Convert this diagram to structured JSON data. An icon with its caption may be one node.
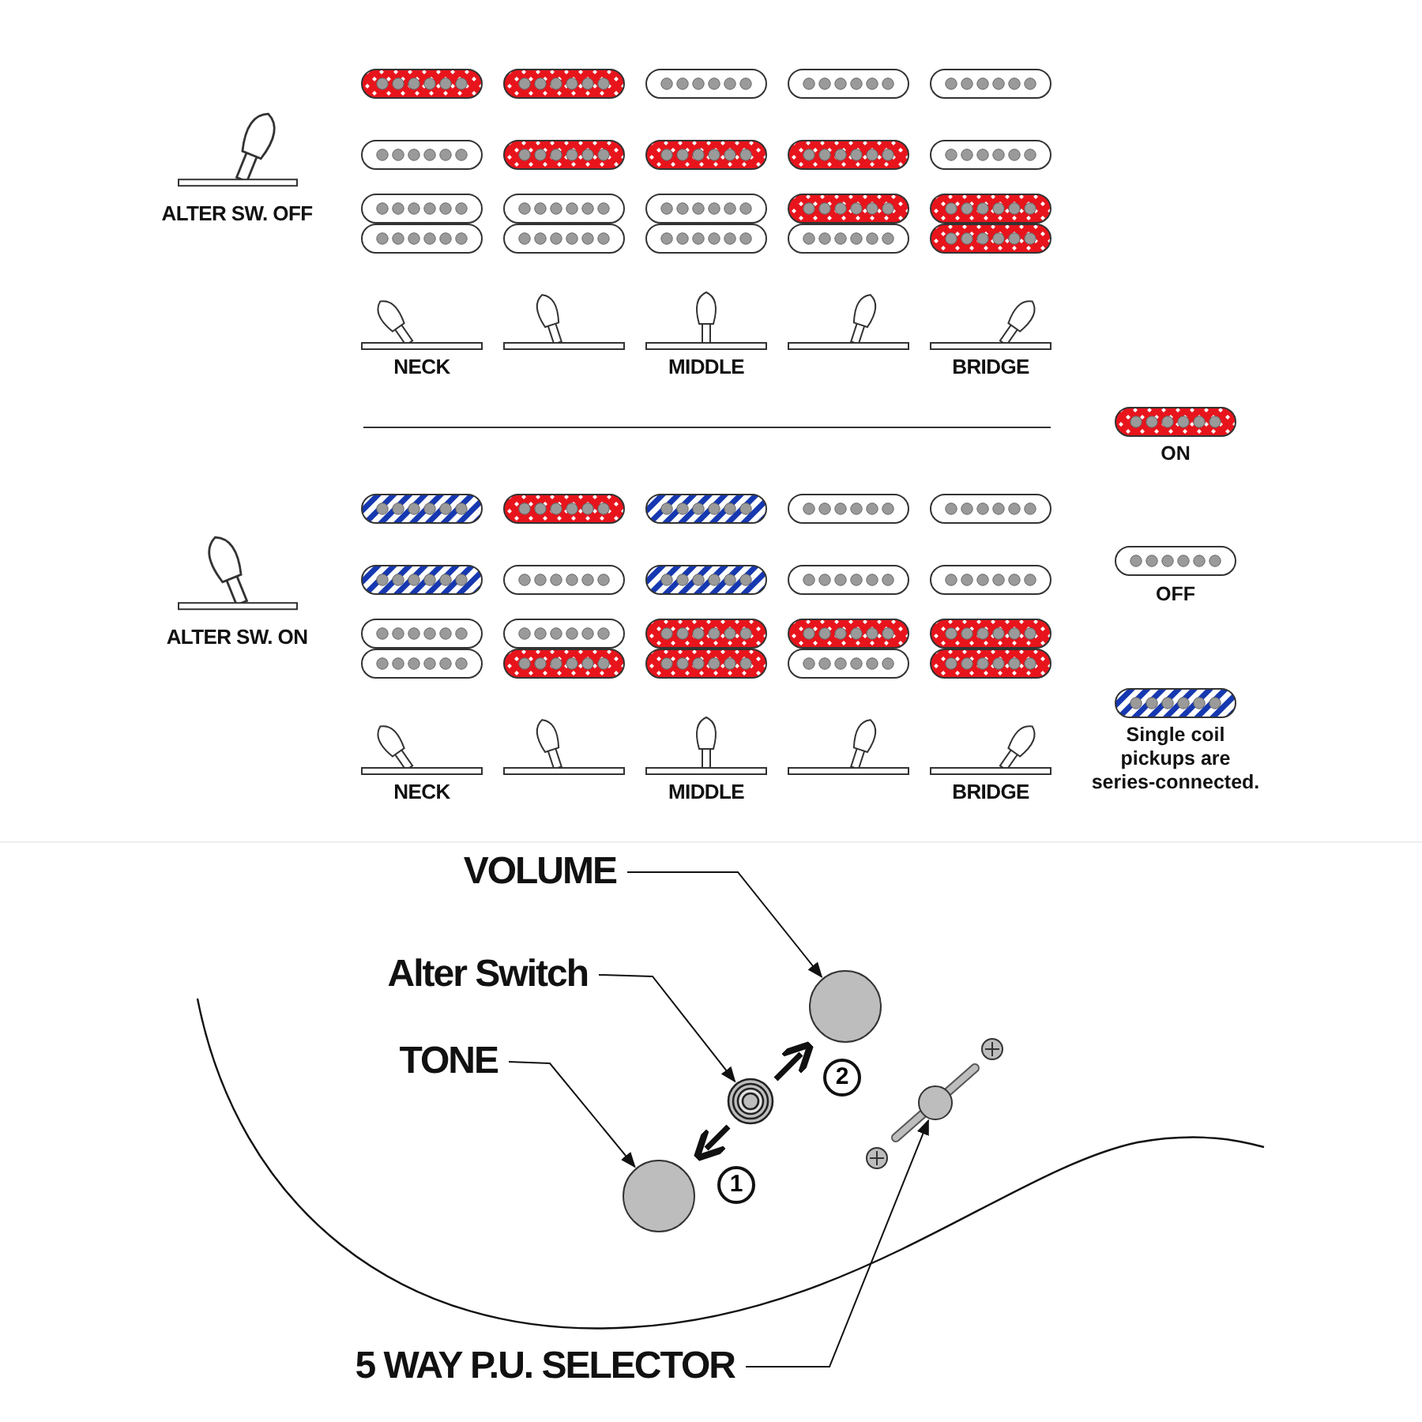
{
  "diagram": {
    "nodes": [
      {
        "text": [
          "VOLUME"
        ]
      },
      {
        "text": [],
        "shape": "circle"
      },
      {
        "text": [
          "Alter Switch"
        ]
      },
      {
        "text": [],
        "shape": "circle"
      },
      {
        "text": [
          "TONE"
        ]
      },
      {
        "text": [],
        "shape": "circle"
      },
      {
        "text": [
          "5 WAY P.U. SELECTOR"
        ]
      },
      {
        "text": [],
        "shape": "circle"
      }
    ],
    "edges": [
      {
        "from": 0,
        "to": 1,
        "arrow": "to"
      },
      {
        "from": 2,
        "to": 3,
        "arrow": "to"
      },
      {
        "from": 4,
        "to": 5,
        "arrow": "to"
      },
      {
        "from": 6,
        "to": 7,
        "arrow": "to"
      }
    ],
    "labels": [
      "ALTER SW. OFF",
      "NECK",
      "MIDDLE",
      "BRIDGE",
      "ALTER SW. ON",
      "NECK",
      "MIDDLE",
      "BRIDGE",
      "2",
      "1"
    ],
    "legend": [
      {
        "text": "ON"
      },
      {
        "text": "OFF"
      },
      {
        "text": "Single coil pickups are series-connected."
      }
    ]
  }
}
